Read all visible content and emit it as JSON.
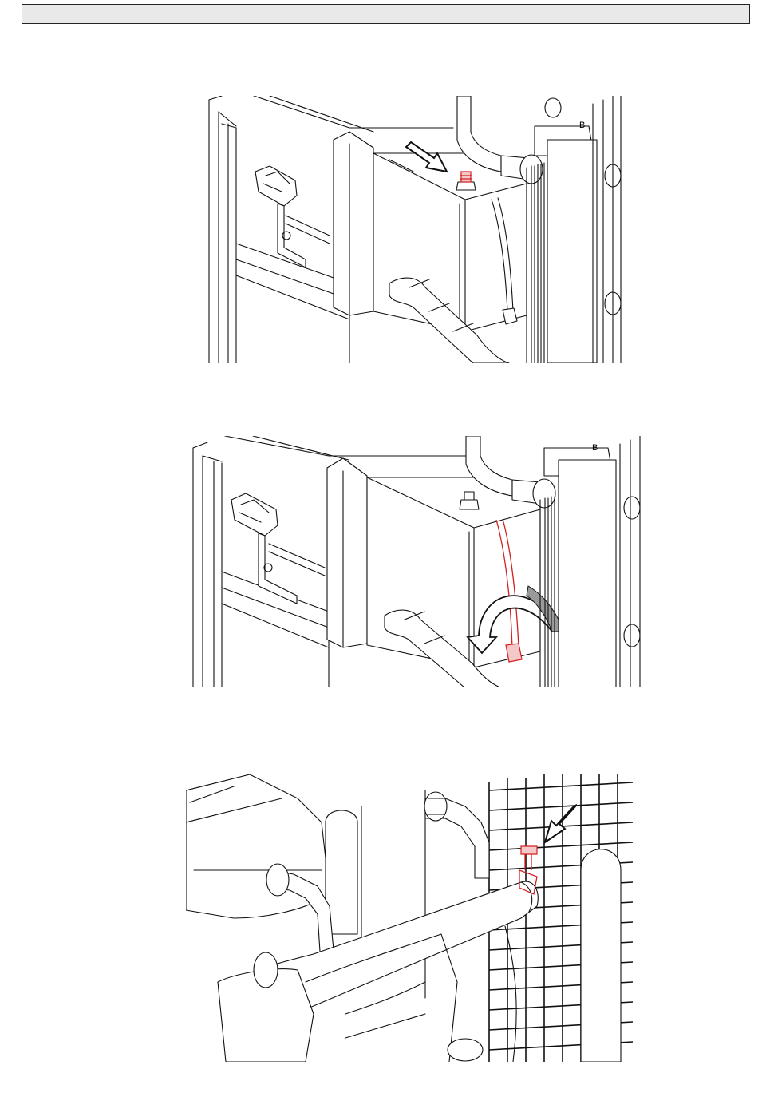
{
  "header": {
    "text": ""
  },
  "figures": [
    {
      "id": "fig1",
      "arrow": "arrow-down-right-icon",
      "highlight": "red"
    },
    {
      "id": "fig2",
      "arrow": "curved-arrow-left-icon",
      "highlight": "red"
    },
    {
      "id": "fig3",
      "arrow": "arrow-down-left-icon",
      "highlight": "red"
    }
  ],
  "labels": {
    "fig1_plate": "B",
    "fig2_plate": "B"
  },
  "colors": {
    "highlight": "#d42020",
    "line": "#111111",
    "header_fill": "#e9e9e9"
  }
}
